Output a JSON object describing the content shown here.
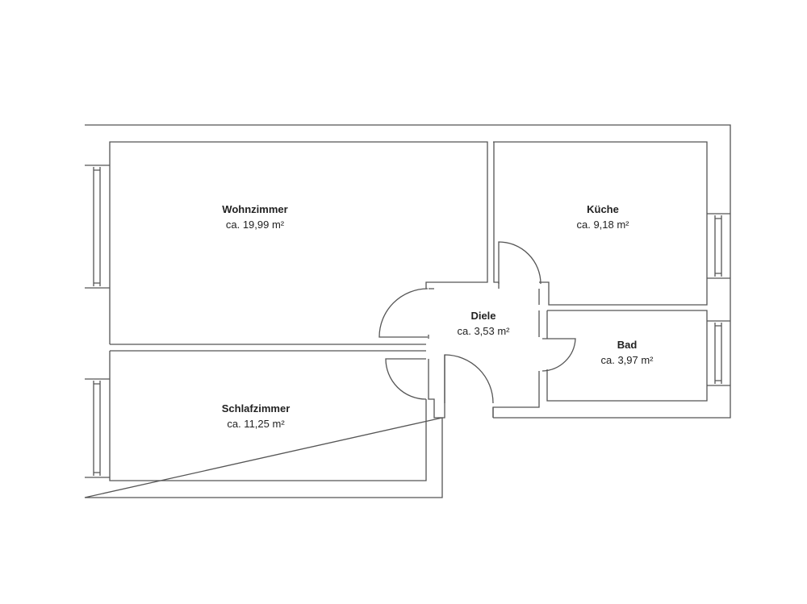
{
  "rooms": [
    {
      "name": "Wohnzimmer",
      "area": "ca. 19,99 m²"
    },
    {
      "name": "Küche",
      "area": "ca. 9,18 m²"
    },
    {
      "name": "Diele",
      "area": "ca. 3,53 m²"
    },
    {
      "name": "Bad",
      "area": "ca. 3,97 m²"
    },
    {
      "name": "Schlafzimmer",
      "area": "ca. 11,25 m²"
    }
  ]
}
